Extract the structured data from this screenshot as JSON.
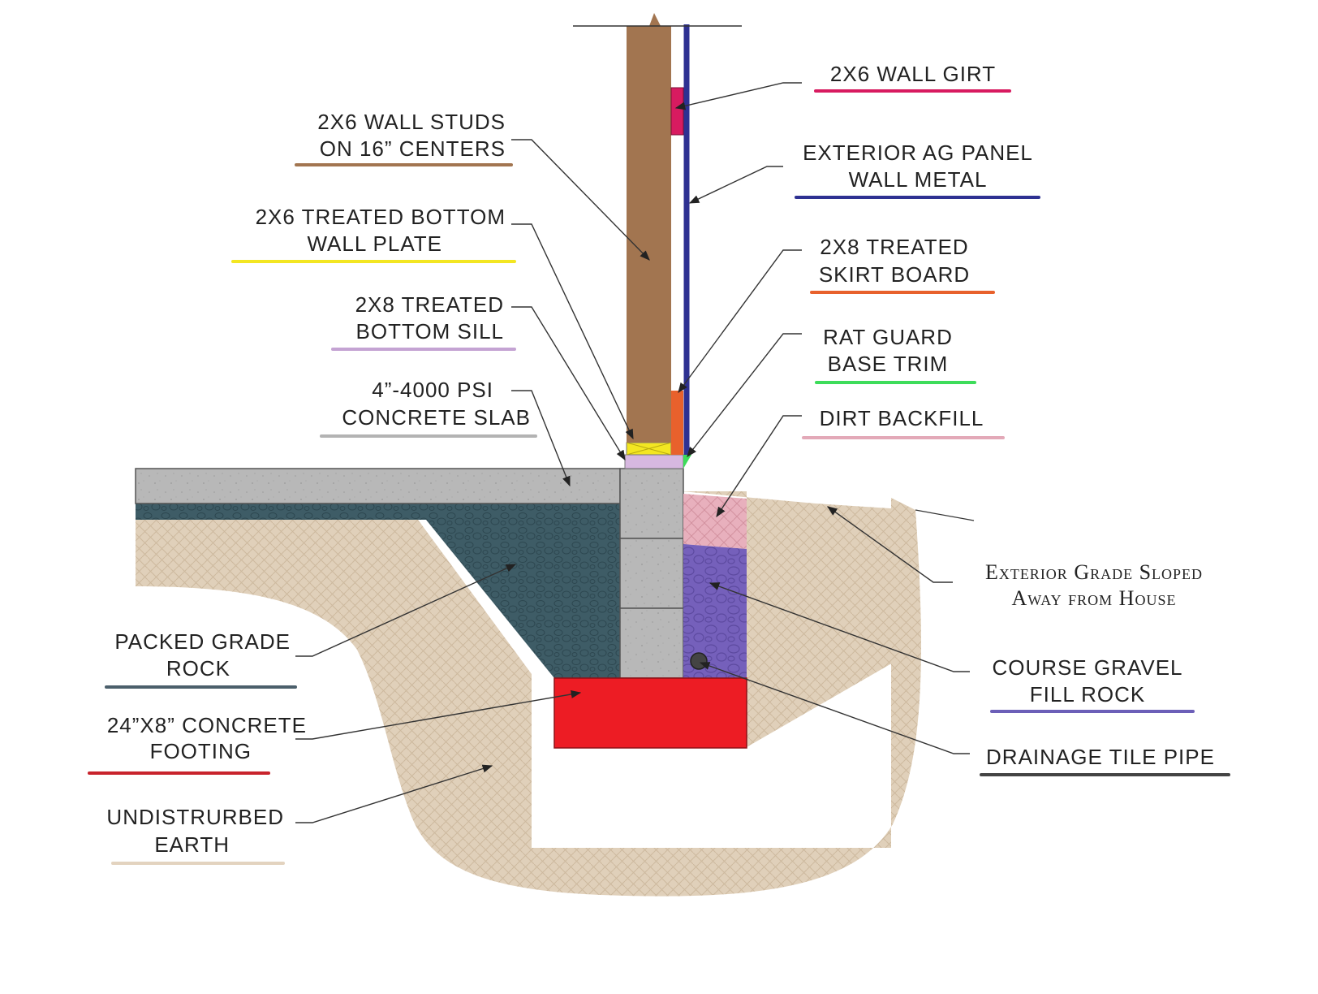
{
  "labels": {
    "wall_studs": {
      "lines": [
        "2X6 WALL STUDS",
        "ON 16” CENTERS"
      ],
      "color": "#a27550"
    },
    "bottom_plate": {
      "lines": [
        "2X6 TREATED BOTTOM",
        "WALL PLATE"
      ],
      "color": "#f3e622"
    },
    "bottom_sill": {
      "lines": [
        "2X8 TREATED",
        "BOTTOM SILL"
      ],
      "color": "#c4a3d3"
    },
    "slab": {
      "lines": [
        "4”-4000 PSI",
        "CONCRETE SLAB"
      ],
      "color": "#b3b3b3"
    },
    "grade_rock": {
      "lines": [
        "PACKED GRADE",
        "ROCK"
      ],
      "color": "#4b5f6b"
    },
    "footing": {
      "lines": [
        "24”X8” CONCRETE",
        "FOOTING"
      ],
      "color": "#c8232c"
    },
    "earth": {
      "lines": [
        "UNDISTRURBED",
        "EARTH"
      ],
      "color": "#e3d3bf"
    },
    "wall_girt": {
      "lines": [
        "2X6 WALL GIRT"
      ],
      "color": "#d81b60"
    },
    "ag_panel": {
      "lines": [
        "EXTERIOR AG PANEL",
        "WALL METAL"
      ],
      "color": "#2e3192"
    },
    "skirt_board": {
      "lines": [
        "2X8 TREATED",
        "SKIRT BOARD"
      ],
      "color": "#e8612c"
    },
    "rat_guard": {
      "lines": [
        "RAT GUARD",
        "BASE TRIM"
      ],
      "color": "#3ddc5a"
    },
    "dirt_backfill": {
      "lines": [
        "DIRT BACKFILL"
      ],
      "color": "#e3a9b8"
    },
    "exterior_grade": {
      "lines": [
        "Exterior Grade Sloped",
        "Away from House"
      ],
      "color": ""
    },
    "gravel": {
      "lines": [
        "COURSE GRAVEL",
        "FILL ROCK"
      ],
      "color": "#6c5fb8"
    },
    "drain_pipe": {
      "lines": [
        "DRAINAGE TILE PIPE"
      ],
      "color": "#444444"
    }
  },
  "materials": {
    "stud": "#a27550",
    "girt": "#d81b60",
    "metal": "#2e3192",
    "skirt": "#e8612c",
    "rat_guard": "#3ddc5a",
    "plate": "#f3e622",
    "sill": "#d7b8e0",
    "concrete": "#b8b8b8",
    "grade_rock": "#3e5c66",
    "earth": "#e0d0ba",
    "backfill": "#e8b0bd",
    "gravel": "#7560bb",
    "footing": "#ed1c24",
    "pipe": "#444444"
  }
}
